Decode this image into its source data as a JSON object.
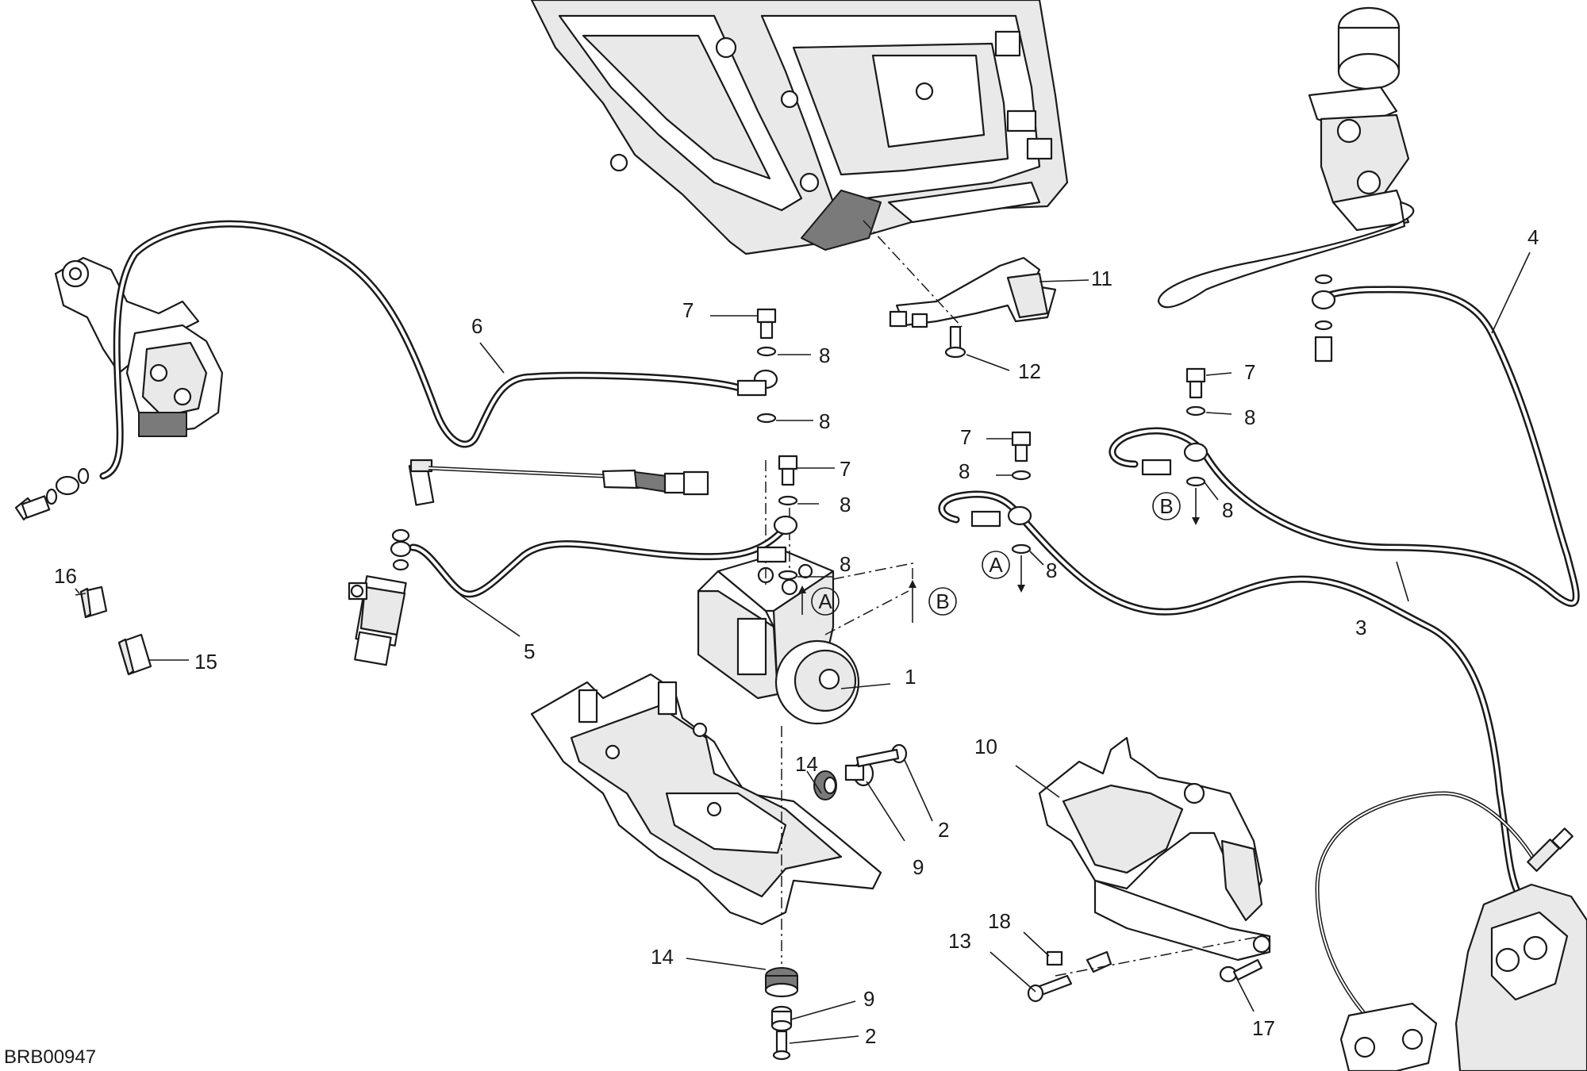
{
  "diagram_code": "BRB00947",
  "callouts": {
    "c1": "1",
    "c2a": "2",
    "c2b": "2",
    "c3": "3",
    "c4": "4",
    "c5": "5",
    "c6": "6",
    "c7a": "7",
    "c7b": "7",
    "c7c": "7",
    "c7d": "7",
    "c8a": "8",
    "c8b": "8",
    "c8c": "8",
    "c8d": "8",
    "c8e": "8",
    "c8f": "8",
    "c8g": "8",
    "c8h": "8",
    "c9a": "9",
    "c9b": "9",
    "c10": "10",
    "c11": "11",
    "c12": "12",
    "c13": "13",
    "c14a": "14",
    "c14b": "14",
    "c15": "15",
    "c16": "16",
    "c17": "17",
    "c18": "18"
  },
  "reference_markers": {
    "a1": "A",
    "b1": "B",
    "a2": "A",
    "b2": "B"
  }
}
